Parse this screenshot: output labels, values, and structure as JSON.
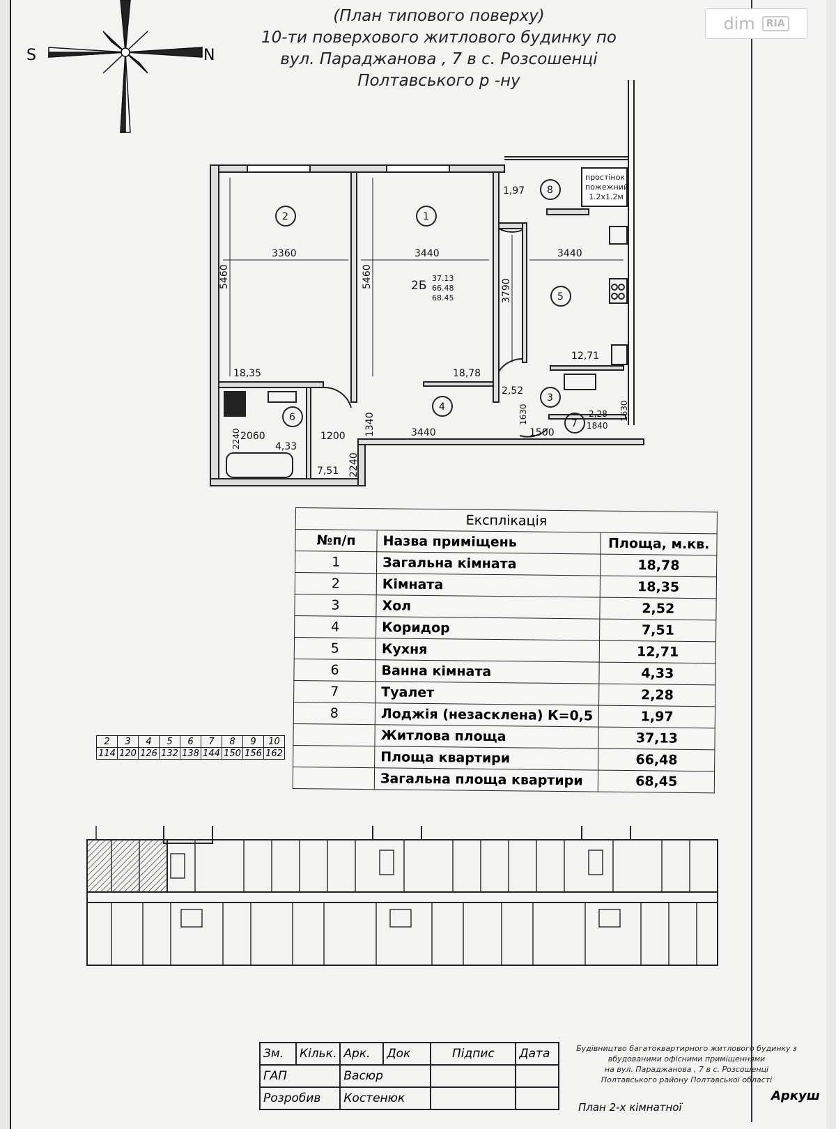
{
  "logo": {
    "text": "dim",
    "badge": "RIA"
  },
  "compass": {
    "south": "S",
    "north": "N"
  },
  "title": {
    "line1": "(План типового поверху)",
    "line2": "10-ти поверхового житлового будинку по",
    "line3": "вул. Параджанова , 7 в с. Розсошенці",
    "line4": "Полтавського р -ну"
  },
  "plan": {
    "apartment_type": "2Б",
    "area_living": "37.13",
    "area_apartment": "66.48",
    "area_total": "68.45",
    "room_numbers": [
      "1",
      "2",
      "3",
      "4",
      "5",
      "6",
      "7",
      "8"
    ],
    "room_areas": {
      "r1": "18,78",
      "r2": "18,35",
      "r3": "2,52",
      "r4": "7,51",
      "r5": "12,71",
      "r6": "4,33",
      "r7": "2,28",
      "r8": "1,97"
    },
    "dims": {
      "d3360": "3360",
      "d3440a": "3440",
      "d3440b": "3440",
      "d3440c": "3440",
      "d5460a": "5460",
      "d5460b": "5460",
      "d3790": "3790",
      "d2060": "2060",
      "d1200": "1200",
      "d1340": "1340",
      "d2240a": "2240",
      "d2240b": "2240",
      "d1630a": "1630",
      "d1630b": "1630",
      "d1500": "1500",
      "d1840": "1840"
    },
    "note": {
      "line1": "простінок",
      "line2": "пожежний",
      "line3": "1.2х1.2м"
    }
  },
  "explication": {
    "caption": "Експлікація",
    "headers": {
      "num": "№п/п",
      "name": "Назва приміщень",
      "area": "Площа, м.кв."
    },
    "rows": [
      {
        "num": "1",
        "name": "Загальна кімната",
        "area": "18,78"
      },
      {
        "num": "2",
        "name": "Кімната",
        "area": "18,35"
      },
      {
        "num": "3",
        "name": "Хол",
        "area": "2,52"
      },
      {
        "num": "4",
        "name": "Коридор",
        "area": "7,51"
      },
      {
        "num": "5",
        "name": "Кухня",
        "area": "12,71"
      },
      {
        "num": "6",
        "name": "Ванна кімната",
        "area": "4,33"
      },
      {
        "num": "7",
        "name": "Туалет",
        "area": "2,28"
      },
      {
        "num": "8",
        "name": "Лоджія (незасклена) К=0,5",
        "area": "1,97"
      }
    ],
    "totals": [
      {
        "name": "Житлова площа",
        "area": "37,13"
      },
      {
        "name": "Площа квартири",
        "area": "66,48"
      },
      {
        "name": "Загальна площа квартири",
        "area": "68,45"
      }
    ]
  },
  "floors": {
    "floor_numbers": [
      "2",
      "3",
      "4",
      "5",
      "6",
      "7",
      "8",
      "9",
      "10"
    ],
    "apartment_numbers": [
      "114",
      "120",
      "126",
      "132",
      "138",
      "144",
      "150",
      "156",
      "162"
    ]
  },
  "stamp": {
    "headers": [
      "Зм.",
      "Кільк.",
      "Арк.",
      "Док",
      "Підпис",
      "Дата"
    ],
    "gap_label": "ГАП",
    "gap_name": "Васюр",
    "dev_label": "Розробив",
    "dev_name": "Костенюк",
    "desc1": "Будівництво багатоквартирного житлового будинку з",
    "desc2": "вбудованими офісними приміщеннями",
    "desc3": "на вул. Параджанова , 7 в с. Розсошенці",
    "desc4": "Полтавського району Полтавської області",
    "sheet_label": "Аркуш",
    "plan_title": "План 2-х кімнатної"
  }
}
